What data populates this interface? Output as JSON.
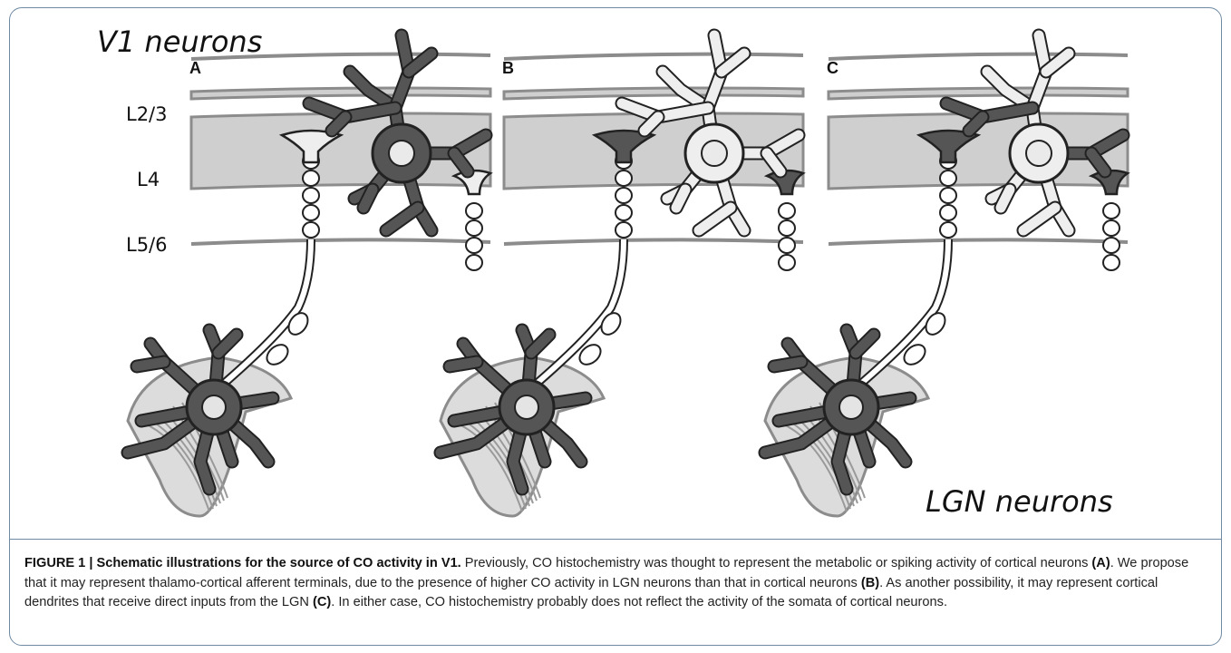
{
  "figure": {
    "title_top": "V1 neurons",
    "title_bottom": "LGN neurons",
    "layers": [
      "L2/3",
      "L4",
      "L5/6"
    ],
    "panels": [
      {
        "letter": "A",
        "cortical_fill": "#555555",
        "terminal_fill": "#eeeeee",
        "dendrite_mix": false
      },
      {
        "letter": "B",
        "cortical_fill": "#eeeeee",
        "terminal_fill": "#555555",
        "dendrite_mix": false
      },
      {
        "letter": "C",
        "cortical_fill": "#eeeeee",
        "terminal_fill": "#555555",
        "dendrite_mix": true
      }
    ],
    "colors": {
      "dark": "#555555",
      "light": "#eeeeee",
      "layer4_band": "#cfcfcf",
      "layer_line": "#8c8c8c"
    }
  },
  "caption": {
    "label": "FIGURE 1 | Schematic illustrations for the source of CO activity in V1.",
    "s1": " Previously, CO histochemistry was thought to represent the metabolic or spiking activity of cortical neurons ",
    "r1": "(A)",
    "s2": ". We propose that it may represent thalamo-cortical afferent terminals, due to the presence of higher CO activity in LGN neurons than that in cortical neurons ",
    "r2": "(B)",
    "s3": ". As another possibility, it may represent cortical dendrites that receive direct inputs from the LGN ",
    "r3": "(C)",
    "s4": ". In either case, CO histochemistry probably does not reflect the activity of the somata of cortical neurons."
  }
}
